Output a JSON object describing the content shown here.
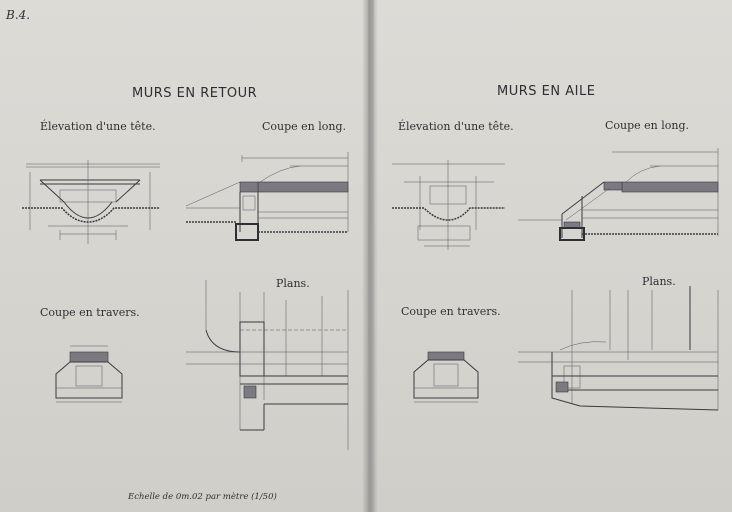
{
  "sheet_label": "B.4.",
  "left": {
    "title": "MURS EN RETOUR",
    "elevation": "Élevation d'une tête.",
    "coupe_long": "Coupe en long.",
    "coupe_travers": "Coupe en travers.",
    "plans": "Plans."
  },
  "right": {
    "title": "MURS EN AILE",
    "elevation": "Élevation d'une tête.",
    "coupe_long": "Coupe en long.",
    "coupe_travers": "Coupe en travers.",
    "plans": "Plans."
  },
  "scale_note": "Echelle de 0m.02 par mètre (1/50)"
}
